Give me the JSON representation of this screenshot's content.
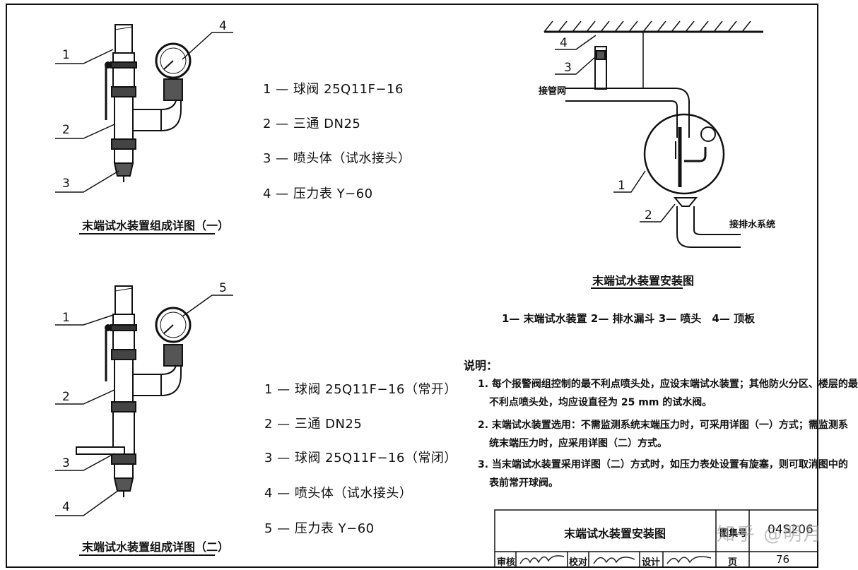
{
  "figure1": {
    "caption": "末端试水装置组成详图（一）",
    "callouts": [
      "1",
      "2",
      "3",
      "4"
    ],
    "legend": [
      "1 — 球阀 25Q11F−16",
      "2 — 三通 DN25",
      "3 — 喷头体（试水接头）",
      "4 — 压力表 Y−60"
    ]
  },
  "figure2": {
    "caption": "末端试水装置组成详图（二）",
    "callouts": [
      "1",
      "2",
      "3",
      "4",
      "5"
    ],
    "legend": [
      "1 — 球阀 25Q11F−16（常开）",
      "2 — 三通 DN25",
      "3 — 球阀 25Q11F−16（常闭）",
      "4 — 喷头体（试水接头）",
      "5 — 压力表 Y−60"
    ]
  },
  "install": {
    "caption": "末端试水装置安装图",
    "callouts": [
      "1",
      "2",
      "3",
      "4"
    ],
    "label_pipe": "接管网",
    "label_drain": "接排水系统",
    "legend": "1— 末端试水装置 2— 排水漏斗 3— 喷头　4— 顶板"
  },
  "notes": {
    "title": "说明：",
    "lines": [
      "1. 每个报警阀组控制的最不利点喷头处，应设末端试水装置；其他防火分区、楼层的最",
      "不利点喷头处，均应设直径为 25 mm 的试水阀。",
      "2. 末端试水装置选用：不需监测系统末端压力时，可采用详图（一）方式；需监测系",
      "统末端压力时，应采用详图（二）方式。",
      "3. 当末端试水装置采用详图（二）方式时，如压力表处设置有旋塞，则可取消图中的",
      "表前常开球阀。"
    ]
  },
  "title_block": {
    "title": "末端试水装置安装图",
    "atlas_label": "图集号",
    "atlas_no": "04S206",
    "review": "审核",
    "check": "校对",
    "design": "设计",
    "page_label": "页",
    "page_no": "76"
  },
  "watermark": "知乎 @明月"
}
